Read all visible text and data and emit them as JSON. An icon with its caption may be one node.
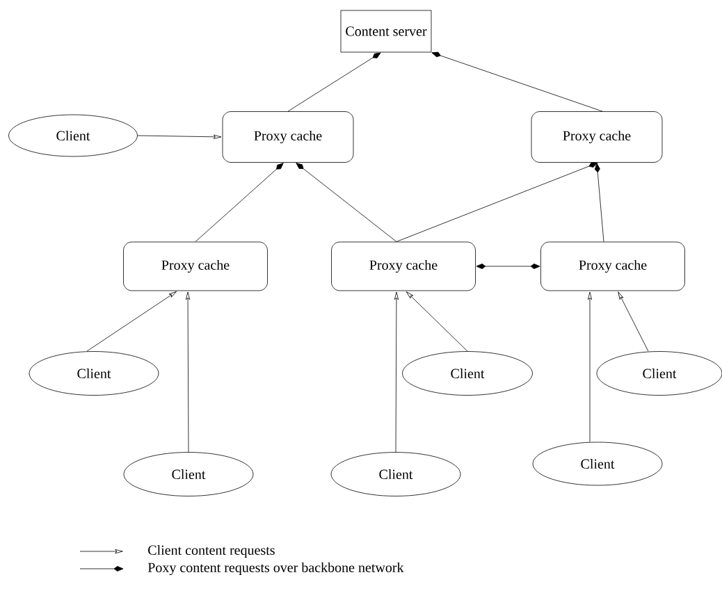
{
  "diagram": {
    "nodes": [
      {
        "text": [
          "Content server"
        ]
      },
      {
        "text": [
          "Client"
        ]
      },
      {
        "text": [
          "Proxy cache"
        ]
      },
      {
        "text": [
          "Proxy cache"
        ]
      },
      {
        "text": [
          "Proxy cache"
        ]
      },
      {
        "text": [
          "Proxy cache"
        ]
      },
      {
        "text": [
          "Proxy cache"
        ]
      },
      {
        "text": [
          "Client"
        ]
      },
      {
        "text": [
          "Client"
        ]
      },
      {
        "text": [
          "Client"
        ]
      },
      {
        "text": [
          "Client"
        ]
      },
      {
        "text": [
          "Client"
        ]
      },
      {
        "text": [
          "Client"
        ]
      }
    ],
    "edges": [
      {
        "from": 2,
        "to": 0,
        "arrow": "to"
      },
      {
        "from": 3,
        "to": 0,
        "arrow": "to"
      },
      {
        "from": 1,
        "to": 2,
        "arrow": "to"
      },
      {
        "from": 4,
        "to": 2,
        "arrow": "to"
      },
      {
        "from": 5,
        "to": 2,
        "arrow": "to"
      },
      {
        "from": 5,
        "to": 3,
        "arrow": "to"
      },
      {
        "from": 6,
        "to": 3,
        "arrow": "to"
      },
      {
        "from": 5,
        "to": 6,
        "arrow": "both"
      },
      {
        "from": 7,
        "to": 4,
        "arrow": "to"
      },
      {
        "from": 10,
        "to": 4,
        "arrow": "to"
      },
      {
        "from": 11,
        "to": 5,
        "arrow": "to"
      },
      {
        "from": 8,
        "to": 5,
        "arrow": "to"
      },
      {
        "from": 12,
        "to": 6,
        "arrow": "to"
      },
      {
        "from": 9,
        "to": 6,
        "arrow": "to"
      }
    ],
    "legend": [
      {
        "text": "Client content requests"
      },
      {
        "text": "Poxy content requests over backbone network"
      }
    ]
  }
}
